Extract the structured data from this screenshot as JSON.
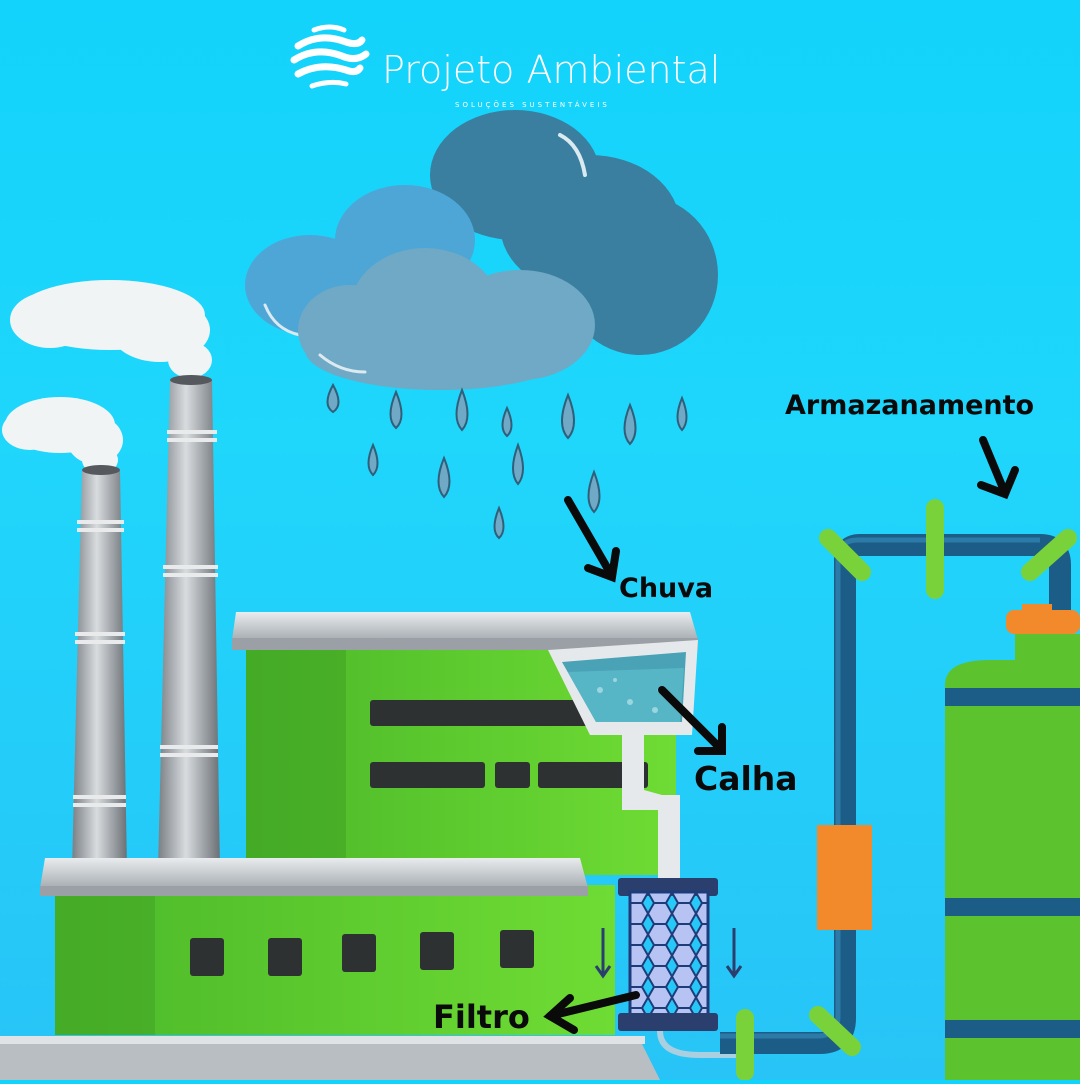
{
  "brand": {
    "name": "Projeto Ambiental",
    "tagline": "SOLUÇÕES SUSTENTÁVEIS",
    "logo_icon": "wave-sphere-icon"
  },
  "labels": {
    "storage": "Armazanamento",
    "rain": "Chuva",
    "gutter": "Calha",
    "filter": "Filtro"
  },
  "colors": {
    "sky": "#12d3fb",
    "building_green": "#5ccb2e",
    "pipe_blue": "#1b5d86",
    "pipe_coupling_green": "#79d23a",
    "pipe_orange": "#f28a2c",
    "tank_green": "#5cc22e",
    "cloud_dark": "#3a7f9f",
    "cloud_light": "#6fa9c5"
  }
}
